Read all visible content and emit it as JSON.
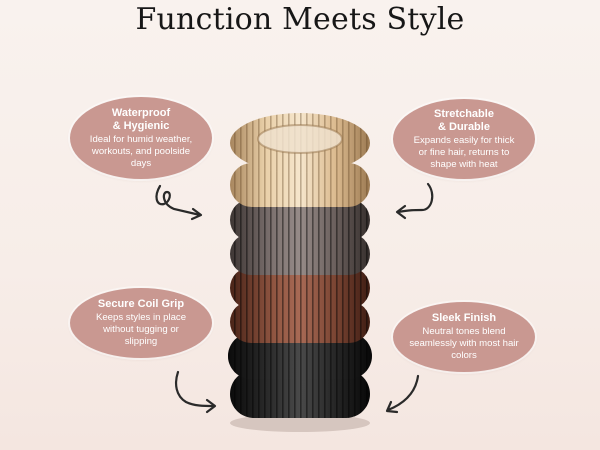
{
  "title": "Function Meets Style",
  "callouts": {
    "waterproof": {
      "heading": "Waterproof\n& Hygienic",
      "body": "Ideal for humid weather, workouts, and poolside days"
    },
    "stretchable": {
      "heading": "Stretchable\n& Durable",
      "body": "Expands easily for thick or fine hair, returns to shape with heat"
    },
    "grip": {
      "heading": "Secure Coil Grip",
      "body": "Keeps styles in place without tugging or slipping"
    },
    "finish": {
      "heading": "Sleek Finish",
      "body": "Neutral tones blend seamlessly with most hair colors"
    }
  },
  "colors": {
    "callout": "#c99891",
    "clear_coil": "#d9b58c",
    "grey_coil": "#6e6461",
    "brown_coil": "#7a4635",
    "black_coil": "#1b1b1b"
  }
}
